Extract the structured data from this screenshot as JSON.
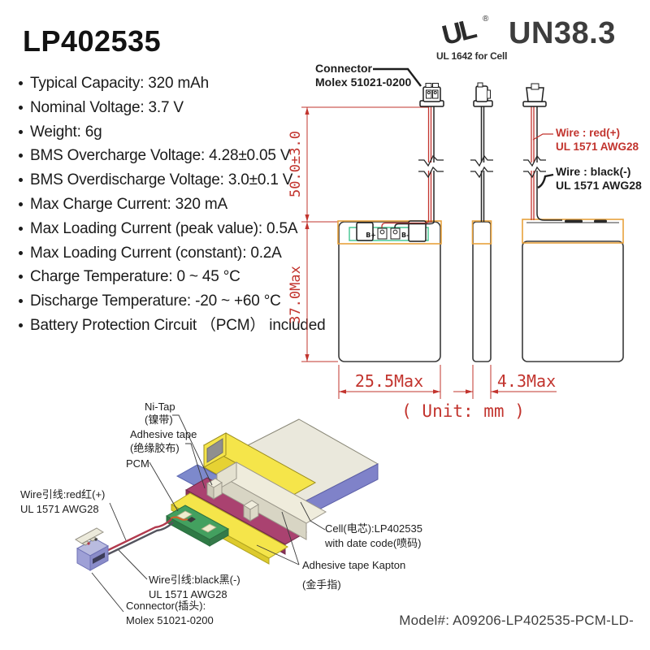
{
  "header": {
    "title": "LP402535",
    "ul_mark": "UL",
    "ul_registered": "®",
    "ul_caption": "UL 1642 for Cell",
    "un_mark": "UN38.3"
  },
  "specs": {
    "items": [
      "Typical Capacity: 320 mAh",
      "Nominal Voltage: 3.7 V",
      "Weight: 6g",
      "BMS Overcharge Voltage: 4.28±0.05 V",
      "BMS Overdischarge Voltage: 3.0±0.1 V",
      "Max Charge Current: 320 mA",
      "Max Loading Current (peak value): 0.5A",
      "Max Loading Current (constant): 0.2A",
      "Charge Temperature: 0 ~ 45 °C",
      "Discharge Temperature: -20 ~ +60 °C",
      "Battery Protection Circuit （PCM） included"
    ]
  },
  "drawing": {
    "connector_label_line1": "Connector",
    "connector_label_line2": "Molex 51021-0200",
    "wire_red_line1": "Wire : red(+)",
    "wire_red_line2": "UL 1571 AWG28",
    "wire_black_line1": "Wire : black(-)",
    "wire_black_line2": "UL 1571 AWG28",
    "dim_wire_length": "50.0±3.0",
    "dim_height": "37.0Max",
    "dim_width": "25.5Max",
    "dim_thickness": "4.3Max",
    "unit_note": "( Unit: mm )",
    "pad_positive": "B+",
    "pad_negative": "B-"
  },
  "exploded": {
    "ni_tap_line1": "Ni-Tap",
    "ni_tap_line2": "(镍带)",
    "adhesive_line1": "Adhesive tape",
    "adhesive_line2": "(绝缘胶布)",
    "pcm": "PCM",
    "wire_red_line1": "Wire引线:red红(+)",
    "wire_red_line2": "UL 1571 AWG28",
    "wire_black_line1": "Wire引线:black黑(-)",
    "wire_black_line2": "UL 1571 AWG28",
    "connector_line1": "Connector(插头):",
    "connector_line2": "Molex 51021-0200",
    "cell_line1": "Cell(电芯):LP402535",
    "cell_line2": "with date code(喷码)",
    "kapton_line1": "Adhesive tape Kapton",
    "kapton_line2": "(金手指)"
  },
  "footer": {
    "model": "Model#: A09206-LP402535-PCM-LD-"
  },
  "colors": {
    "dimension_red": "#c2342e",
    "outline_orange": "#e8a23c",
    "pcm_green_outline": "#3ec48e",
    "cell_top_ivory": "#eae8dc",
    "cell_side_periwinkle": "#7f82c9",
    "tape_yellow": "#f5e54a",
    "layer_magenta": "#aa4270",
    "pcb_green": "#43a05f",
    "connector_lavender": "#9ea0d6"
  }
}
